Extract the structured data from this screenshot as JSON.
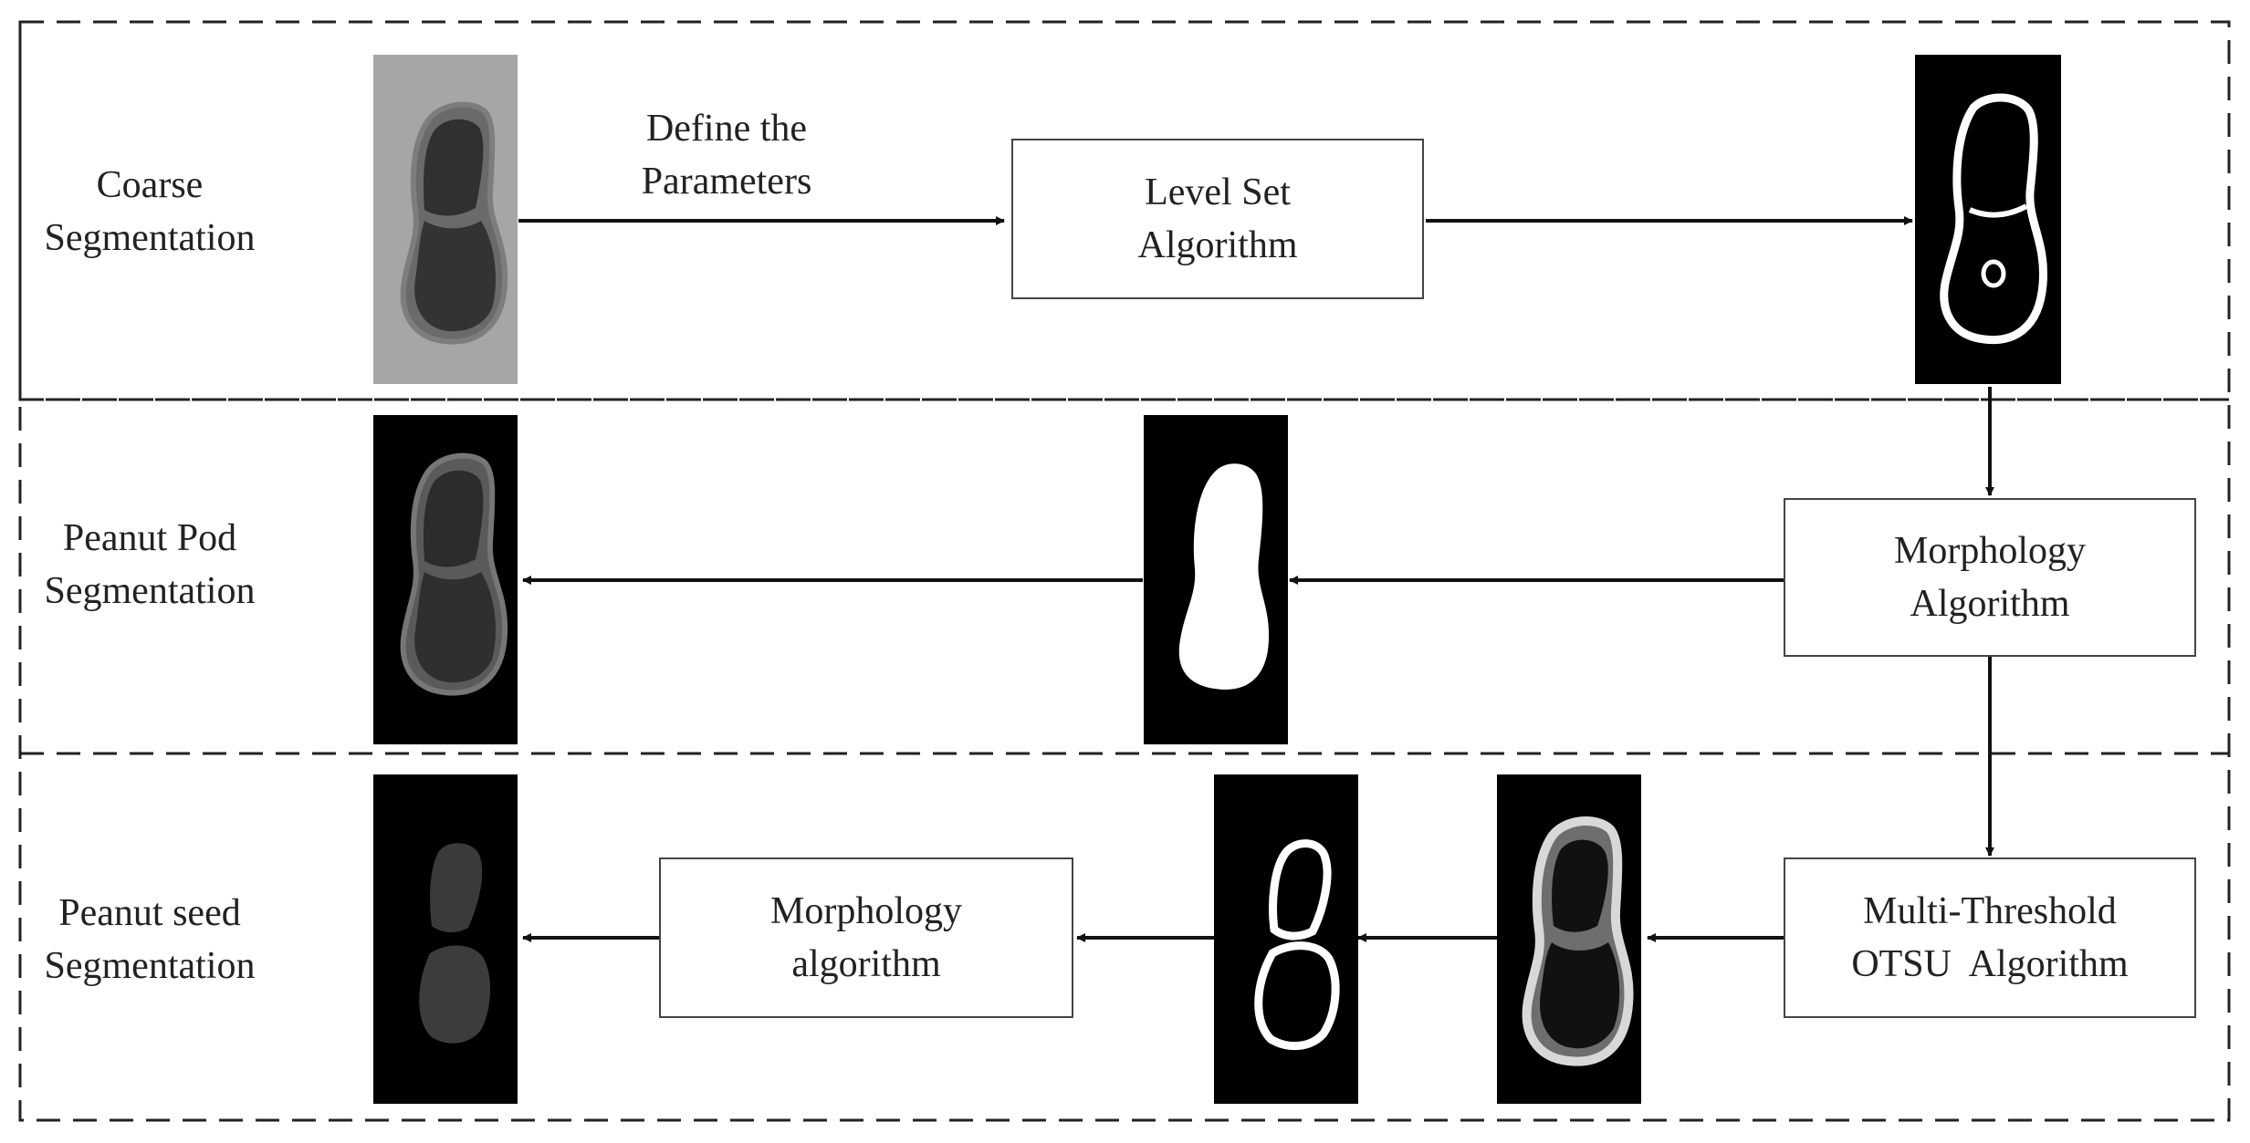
{
  "stages": [
    {
      "id": "coarse",
      "label_lines": [
        "Coarse",
        "Segmentation"
      ]
    },
    {
      "id": "pod",
      "label_lines": [
        "Peanut Pod",
        "Segmentation"
      ]
    },
    {
      "id": "seed",
      "label_lines": [
        "Peanut seed",
        "Segmentation"
      ]
    }
  ],
  "arrow_label": {
    "lines": [
      "Define the",
      "Parameters"
    ]
  },
  "process_boxes": {
    "level_set": {
      "lines": [
        "Level Set",
        "Algorithm"
      ]
    },
    "morphology_main": {
      "lines": [
        "Morphology",
        "Algorithm"
      ]
    },
    "otsu": {
      "lines": [
        "Multi-Threshold",
        "OTSU  Algorithm"
      ]
    },
    "morphology_seed": {
      "lines": [
        "Morphology",
        "algorithm"
      ]
    }
  },
  "colors": {
    "line": "#111111",
    "dash": "#222222",
    "box_border": "#444444",
    "gray_bg": "#a6a6a6",
    "black_bg": "#000000"
  },
  "images": [
    {
      "id": "original-xray",
      "icon": "peanut-xray-image"
    },
    {
      "id": "level-set-result",
      "icon": "peanut-contour-mask-image"
    },
    {
      "id": "pod-segmented",
      "icon": "peanut-pod-image"
    },
    {
      "id": "pod-mask",
      "icon": "peanut-solid-mask-image"
    },
    {
      "id": "seed-segmented",
      "icon": "peanut-seed-image"
    },
    {
      "id": "seed-rings",
      "icon": "peanut-ring-mask-image"
    },
    {
      "id": "otsu-result",
      "icon": "peanut-otsu-image"
    }
  ]
}
